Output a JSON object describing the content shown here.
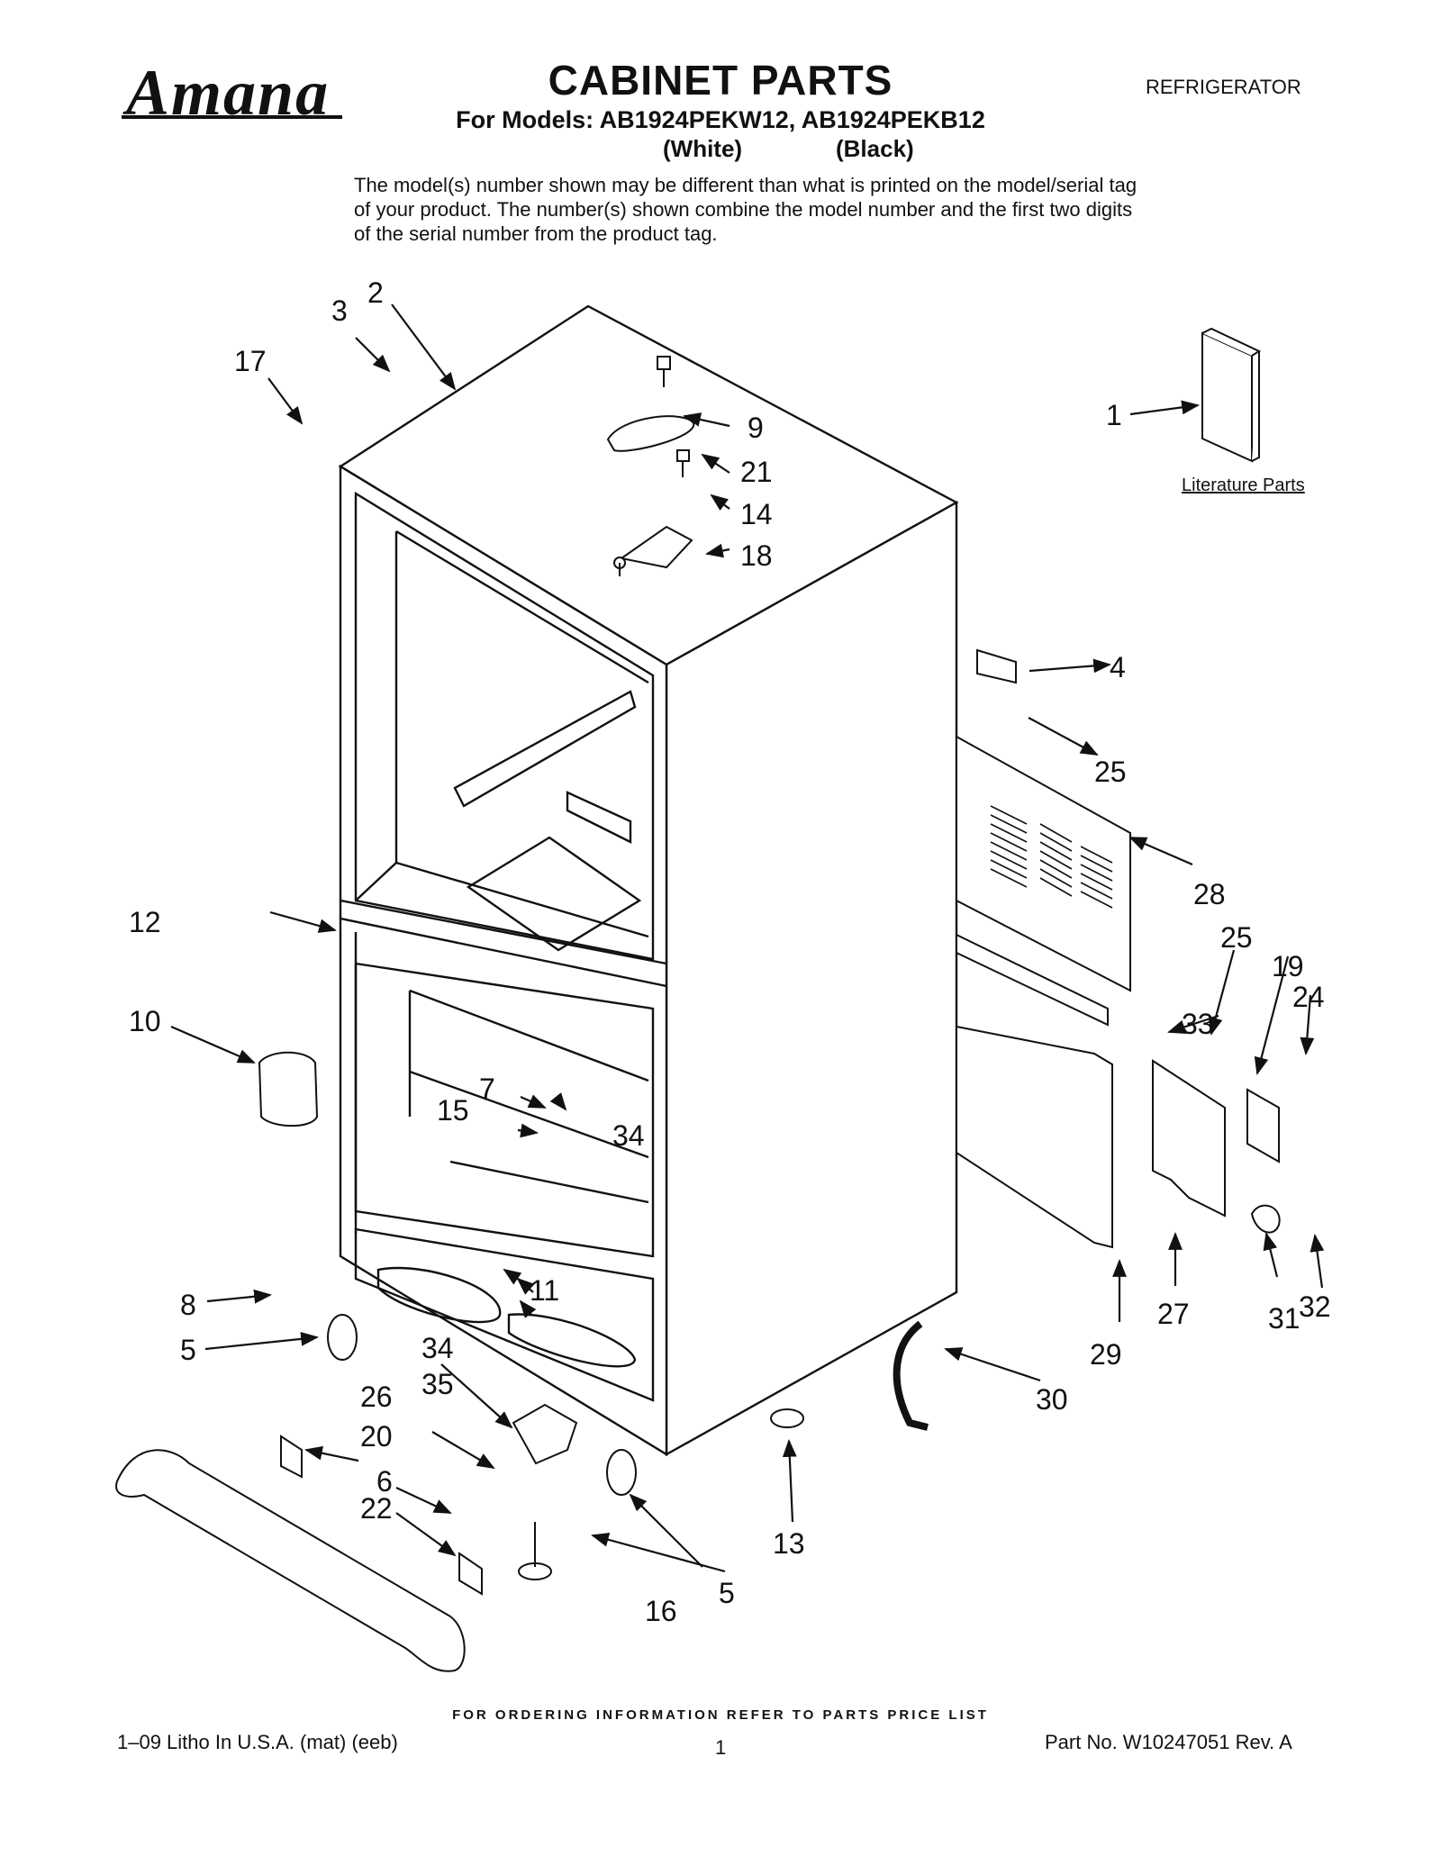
{
  "header": {
    "brand": "Amana",
    "title": "CABINET PARTS",
    "models_line": "For Models: AB1924PEKW12, AB1924PEKB12",
    "variant_white": "(White)",
    "variant_black": "(Black)",
    "doc_type": "REFRIGERATOR",
    "disclaimer": "The model(s) number shown may be different than what is printed on the model/serial tag of your product. The number(s) shown combine the model number and the first two digits of the serial number from the product tag."
  },
  "diagram": {
    "literature_caption": "Literature Parts",
    "callouts": [
      "1",
      "2",
      "3",
      "4",
      "5",
      "5",
      "6",
      "7",
      "8",
      "9",
      "10",
      "11",
      "12",
      "13",
      "14",
      "15",
      "16",
      "17",
      "18",
      "19",
      "20",
      "21",
      "22",
      "24",
      "25",
      "25",
      "26",
      "27",
      "28",
      "29",
      "30",
      "31",
      "32",
      "33",
      "34",
      "34",
      "35"
    ]
  },
  "footer": {
    "ordering_note": "FOR ORDERING INFORMATION REFER TO PARTS PRICE LIST",
    "litho": "1–09 Litho In U.S.A. (mat) (eeb)",
    "page_number": "1",
    "part_number": "Part No. W10247051 Rev. A"
  }
}
